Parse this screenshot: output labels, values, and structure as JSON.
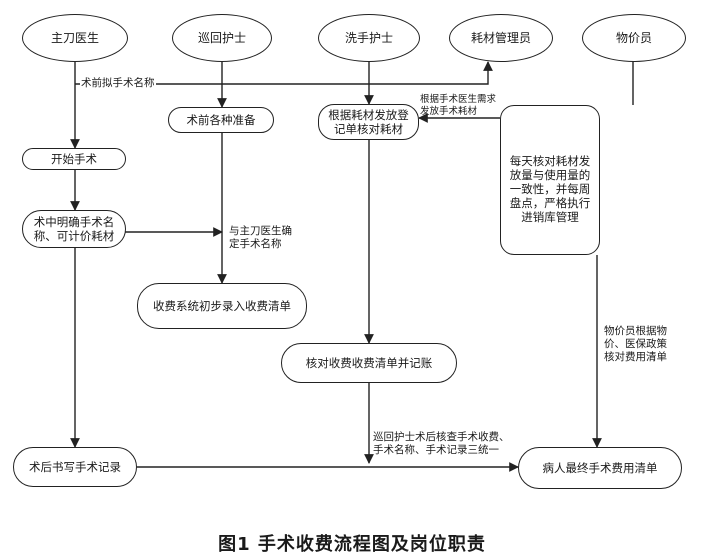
{
  "roles": {
    "surgeon": "主刀医生",
    "circulating_nurse": "巡回护士",
    "scrub_nurse": "洗手护士",
    "supply_manager": "耗材管理员",
    "pricing_officer": "物价员"
  },
  "steps": {
    "start_surgery": "开始手术",
    "confirm_name": "术中明确手术名\n称、可计价耗材",
    "write_record": "术后书写手术记录",
    "prep": "术前各种准备",
    "initial_entry": "收费系统初步录入收费清单",
    "issue_register": "根据耗材发放登\n记单核对耗材",
    "verify_list": "核对收费收费清单并记账",
    "manager_duty": "每天核对耗材发\n放量与使用量的\n一致性，并每周\n盘点，严格执行\n进销库管理",
    "final_list": "病人最终手术费用清单"
  },
  "labels": {
    "preop_name": "术前拟手术名称",
    "surgeon_need": "根据手术医生需求\n发放手术耗材",
    "confirm_with_surgeon": "与主刀医生确\n定手术名称",
    "pricing_check": "物价员根据物\n价、医保政策\n核对费用清单",
    "postop_check": "巡回护士术后核查手术收费、\n手术名称、手术记录三统一"
  },
  "caption": "图1 手术收费流程图及岗位职责"
}
